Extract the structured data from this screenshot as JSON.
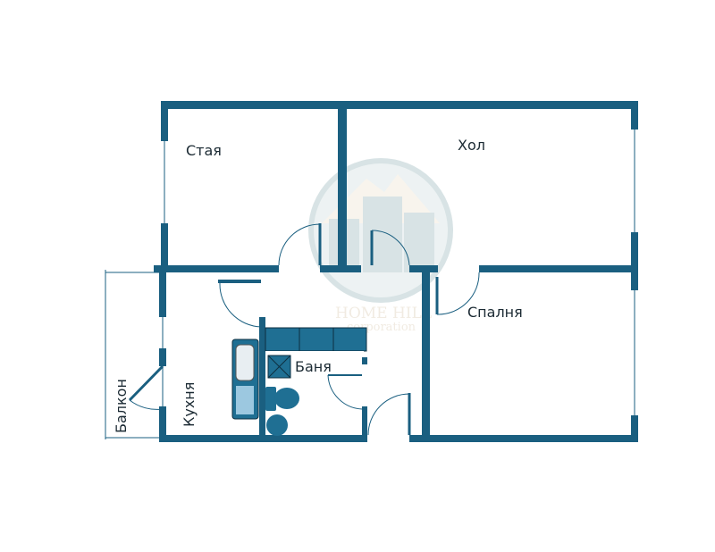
{
  "colors": {
    "wall": "#1a5f80",
    "fixture": "#1f6f93",
    "watermark_circle": "#b9cdd0",
    "watermark_text": "#e6dccb"
  },
  "rooms": {
    "stay": "Стая",
    "hol": "Хол",
    "spalnya": "Спалня",
    "kuhnya": "Кухня",
    "banya": "Баня",
    "balkon": "Балкон"
  },
  "watermark": {
    "line1": "HOME HILL",
    "line2": "corporation"
  }
}
